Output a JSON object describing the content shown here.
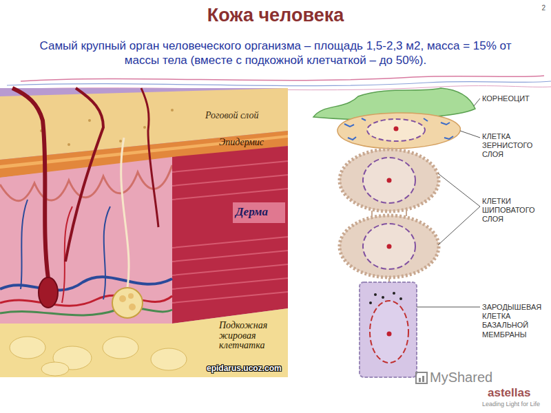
{
  "diagram": {
    "title": "Кожа человека",
    "labels": [
      "2",
      "Самый крупный орган человеческого организма – площадь 1,5-2,3 м2, масса = 15% от массы тела (вместе с подкожной клетчаткой – до 50%).",
      "Роговой слой",
      "Эпидермис",
      "Дерма",
      "Подкожная жировая клетчатка",
      "epidarus.ucoz.com",
      "КОРНЕОЦИТ",
      "КЛЕТКА ЗЕРНИСТОГО СЛОЯ",
      "КЛЕТКИ ШИПОВАТОГО СЛОЯ",
      "ЗАРОДЫШЕВАЯ КЛЕТКА БАЗАЛЬНОЙ МЕМБРАНЫ",
      "MyShared",
      "astellas",
      "Leading Light for Life"
    ]
  }
}
